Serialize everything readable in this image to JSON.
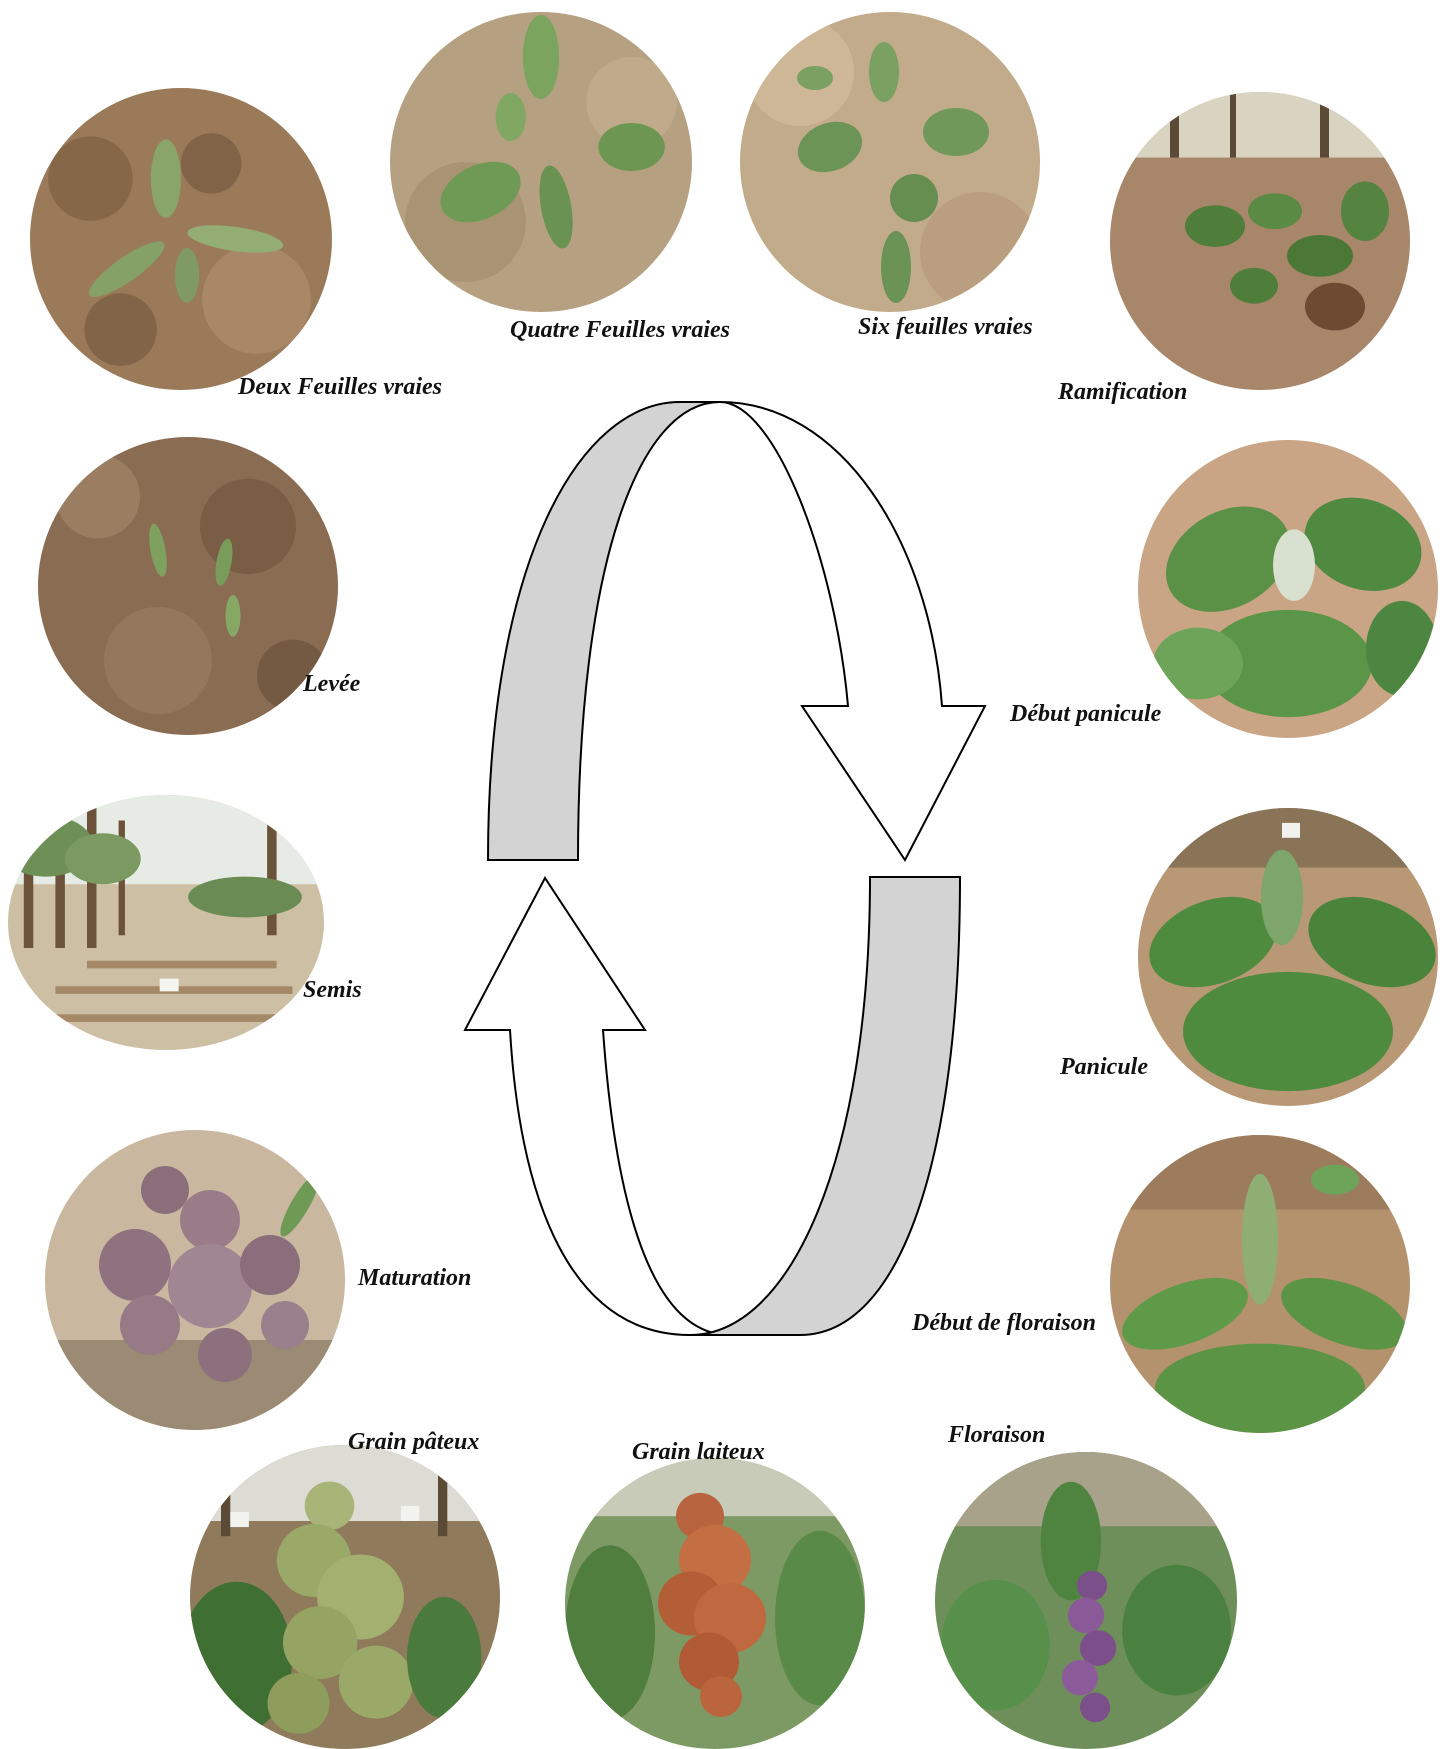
{
  "stages": [
    {
      "id": "deux-feuilles",
      "label": "Deux Feuilles vraies",
      "photo": "seedling-two-leaves"
    },
    {
      "id": "quatre-feuilles",
      "label": "Quatre Feuilles vraies",
      "photo": "seedling-four-leaves"
    },
    {
      "id": "six-feuilles",
      "label": "Six feuilles vraies",
      "photo": "seedling-six-leaves"
    },
    {
      "id": "ramification",
      "label": "Ramification",
      "photo": "branching-plant"
    },
    {
      "id": "levee",
      "label": "Levée",
      "photo": "emergence-sprouts"
    },
    {
      "id": "debut-panicule",
      "label": "Début panicule",
      "photo": "early-panicle"
    },
    {
      "id": "semis",
      "label": "Semis",
      "photo": "sowing-field"
    },
    {
      "id": "panicule",
      "label": "Panicule",
      "photo": "panicle"
    },
    {
      "id": "maturation",
      "label": "Maturation",
      "photo": "mature-seed-head"
    },
    {
      "id": "debut-floraison",
      "label": "Début de floraison",
      "photo": "flowering-onset"
    },
    {
      "id": "grain-pateux",
      "label": "Grain pâteux",
      "photo": "dough-grain-head"
    },
    {
      "id": "grain-laiteux",
      "label": "Grain laiteux",
      "photo": "milky-grain-head"
    },
    {
      "id": "floraison",
      "label": "Floraison",
      "photo": "flowering-purple"
    }
  ],
  "colors": {
    "arrow_band": "#d3d3d3",
    "arrow_outline": "#000000",
    "label_text": "#111111"
  }
}
